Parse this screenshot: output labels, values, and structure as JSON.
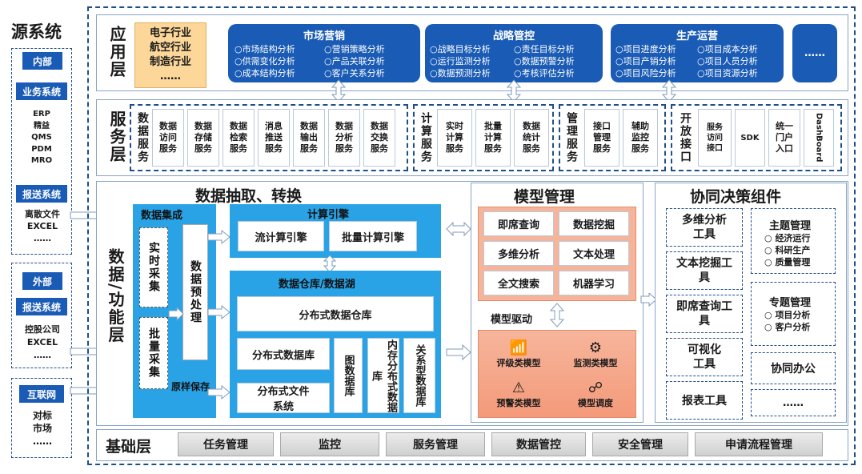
{
  "left": {
    "title": "源系统",
    "internal": {
      "label": "内部",
      "biz": "业务系统",
      "biz_items": [
        "ERP",
        "精益",
        "QMS",
        "PDM",
        "MRO"
      ],
      "report": "报送系统",
      "report_items": [
        "离散文件",
        "EXCEL",
        "……"
      ]
    },
    "external": {
      "label": "外部",
      "report": "报送系统",
      "items": [
        "控股公司",
        "EXCEL",
        "……"
      ]
    },
    "internet": {
      "label": "互联网",
      "items": [
        "对标",
        "市场",
        "……"
      ]
    }
  },
  "app": {
    "title": "应用层",
    "industries": [
      "电子行业",
      "航空行业",
      "制造行业",
      "……"
    ],
    "market": {
      "title": "市场营销",
      "items": [
        "○市场结构分析",
        "○营销策略分析",
        "○供需变化分析",
        "○产品关联分析",
        "○成本结构分析",
        "○客户关系分析"
      ]
    },
    "strategy": {
      "title": "战略管控",
      "items": [
        "○战略目标分析",
        "○责任目标分析",
        "○运行监测分析",
        "○数据预警分析",
        "○数据预测分析",
        "○考核评估分析"
      ]
    },
    "production": {
      "title": "生产运营",
      "items": [
        "○项目进度分析",
        "○项目成本分析",
        "○项目产销分析",
        "○项目人员分析",
        "○项目风险分析",
        "○项目资源分析"
      ]
    },
    "more": "……"
  },
  "service": {
    "title": "服务层",
    "data": {
      "title": "数据服务",
      "items": [
        "数据访问服务",
        "数据存储服务",
        "数据检索服务",
        "消息推送服务",
        "数据输出服务",
        "数据分析服务",
        "数据交换服务"
      ]
    },
    "compute": {
      "title": "计算服务",
      "items": [
        "实时计算服务",
        "批量计算服务",
        "数据统计服务"
      ]
    },
    "manage": {
      "title": "管理服务",
      "items": [
        "接口管理服务",
        "辅助监控服务"
      ]
    },
    "open": {
      "title": "开放接口",
      "items": [
        "服务访问接口",
        "SDK",
        "统一门户入口",
        "DashBoard"
      ]
    }
  },
  "func": {
    "title": "数据/功能层",
    "extract": {
      "title": "数据抽取、转换",
      "integration": "数据集成",
      "realtime": "实时采集",
      "batch": "批量采集",
      "preprocess": "数据预处理",
      "sample": "原样保存",
      "engine": {
        "title": "计算引擎",
        "stream": "流计算引擎",
        "batch": "批量计算引擎"
      },
      "warehouse": {
        "title": "数据仓库/数据湖",
        "dist_dw": "分布式数据仓库",
        "dist_db": "分布式数据库",
        "dist_fs": "分布式文件系统",
        "graph": "图数据库",
        "memory": "内存分布式数据库",
        "relational": "关系型数据库"
      }
    },
    "model": {
      "title": "模型管理",
      "tools": [
        "即席查询",
        "数据挖掘",
        "多维分析",
        "文本处理",
        "全文搜索",
        "机器学习"
      ],
      "driven": "模型驱动",
      "types": [
        "评级类模型",
        "监测类模型",
        "预警类模型",
        "模型调度"
      ]
    },
    "decision": {
      "title": "协同决策组件",
      "tools": [
        "多维分析工具",
        "文本挖掘工具",
        "即席查询工具",
        "可视化工具",
        "报表工具"
      ],
      "topic": {
        "title": "主题管理",
        "items": [
          "经济运行",
          "科研生产",
          "质量管理"
        ]
      },
      "special": {
        "title": "专题管理",
        "items": [
          "项目分析",
          "客户分析"
        ]
      },
      "office": "协同办公",
      "more": "……"
    }
  },
  "base": {
    "title": "基础层",
    "items": [
      "任务管理",
      "监控",
      "服务管理",
      "数据管控",
      "安全管理",
      "申请流程管理"
    ]
  }
}
